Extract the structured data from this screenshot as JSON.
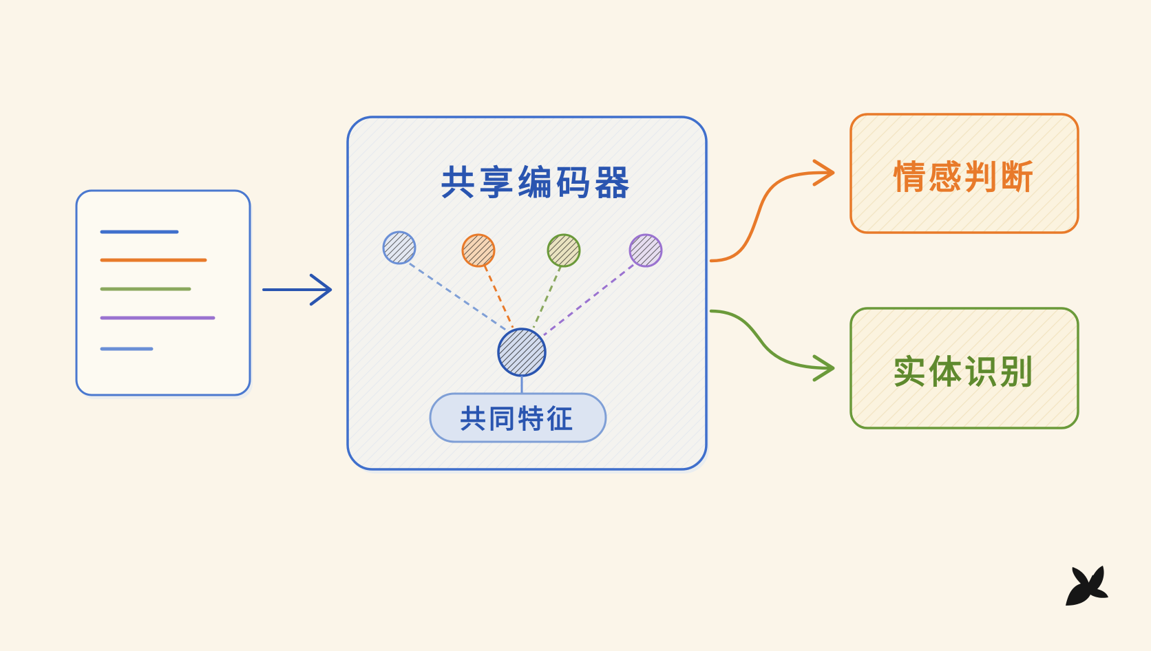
{
  "encoder": {
    "title": "共享编码器",
    "feature_label": "共同特征"
  },
  "outputs": {
    "sentiment": "情感判断",
    "entity": "实体识别"
  },
  "colors": {
    "blue": "#3f6fcc",
    "blue_dark": "#2a55b0",
    "orange": "#e87a2a",
    "green": "#6b9a3a",
    "purple": "#9a72d0",
    "background": "#fbf5e9"
  },
  "logo": {
    "icon": "butterfly-icon"
  }
}
